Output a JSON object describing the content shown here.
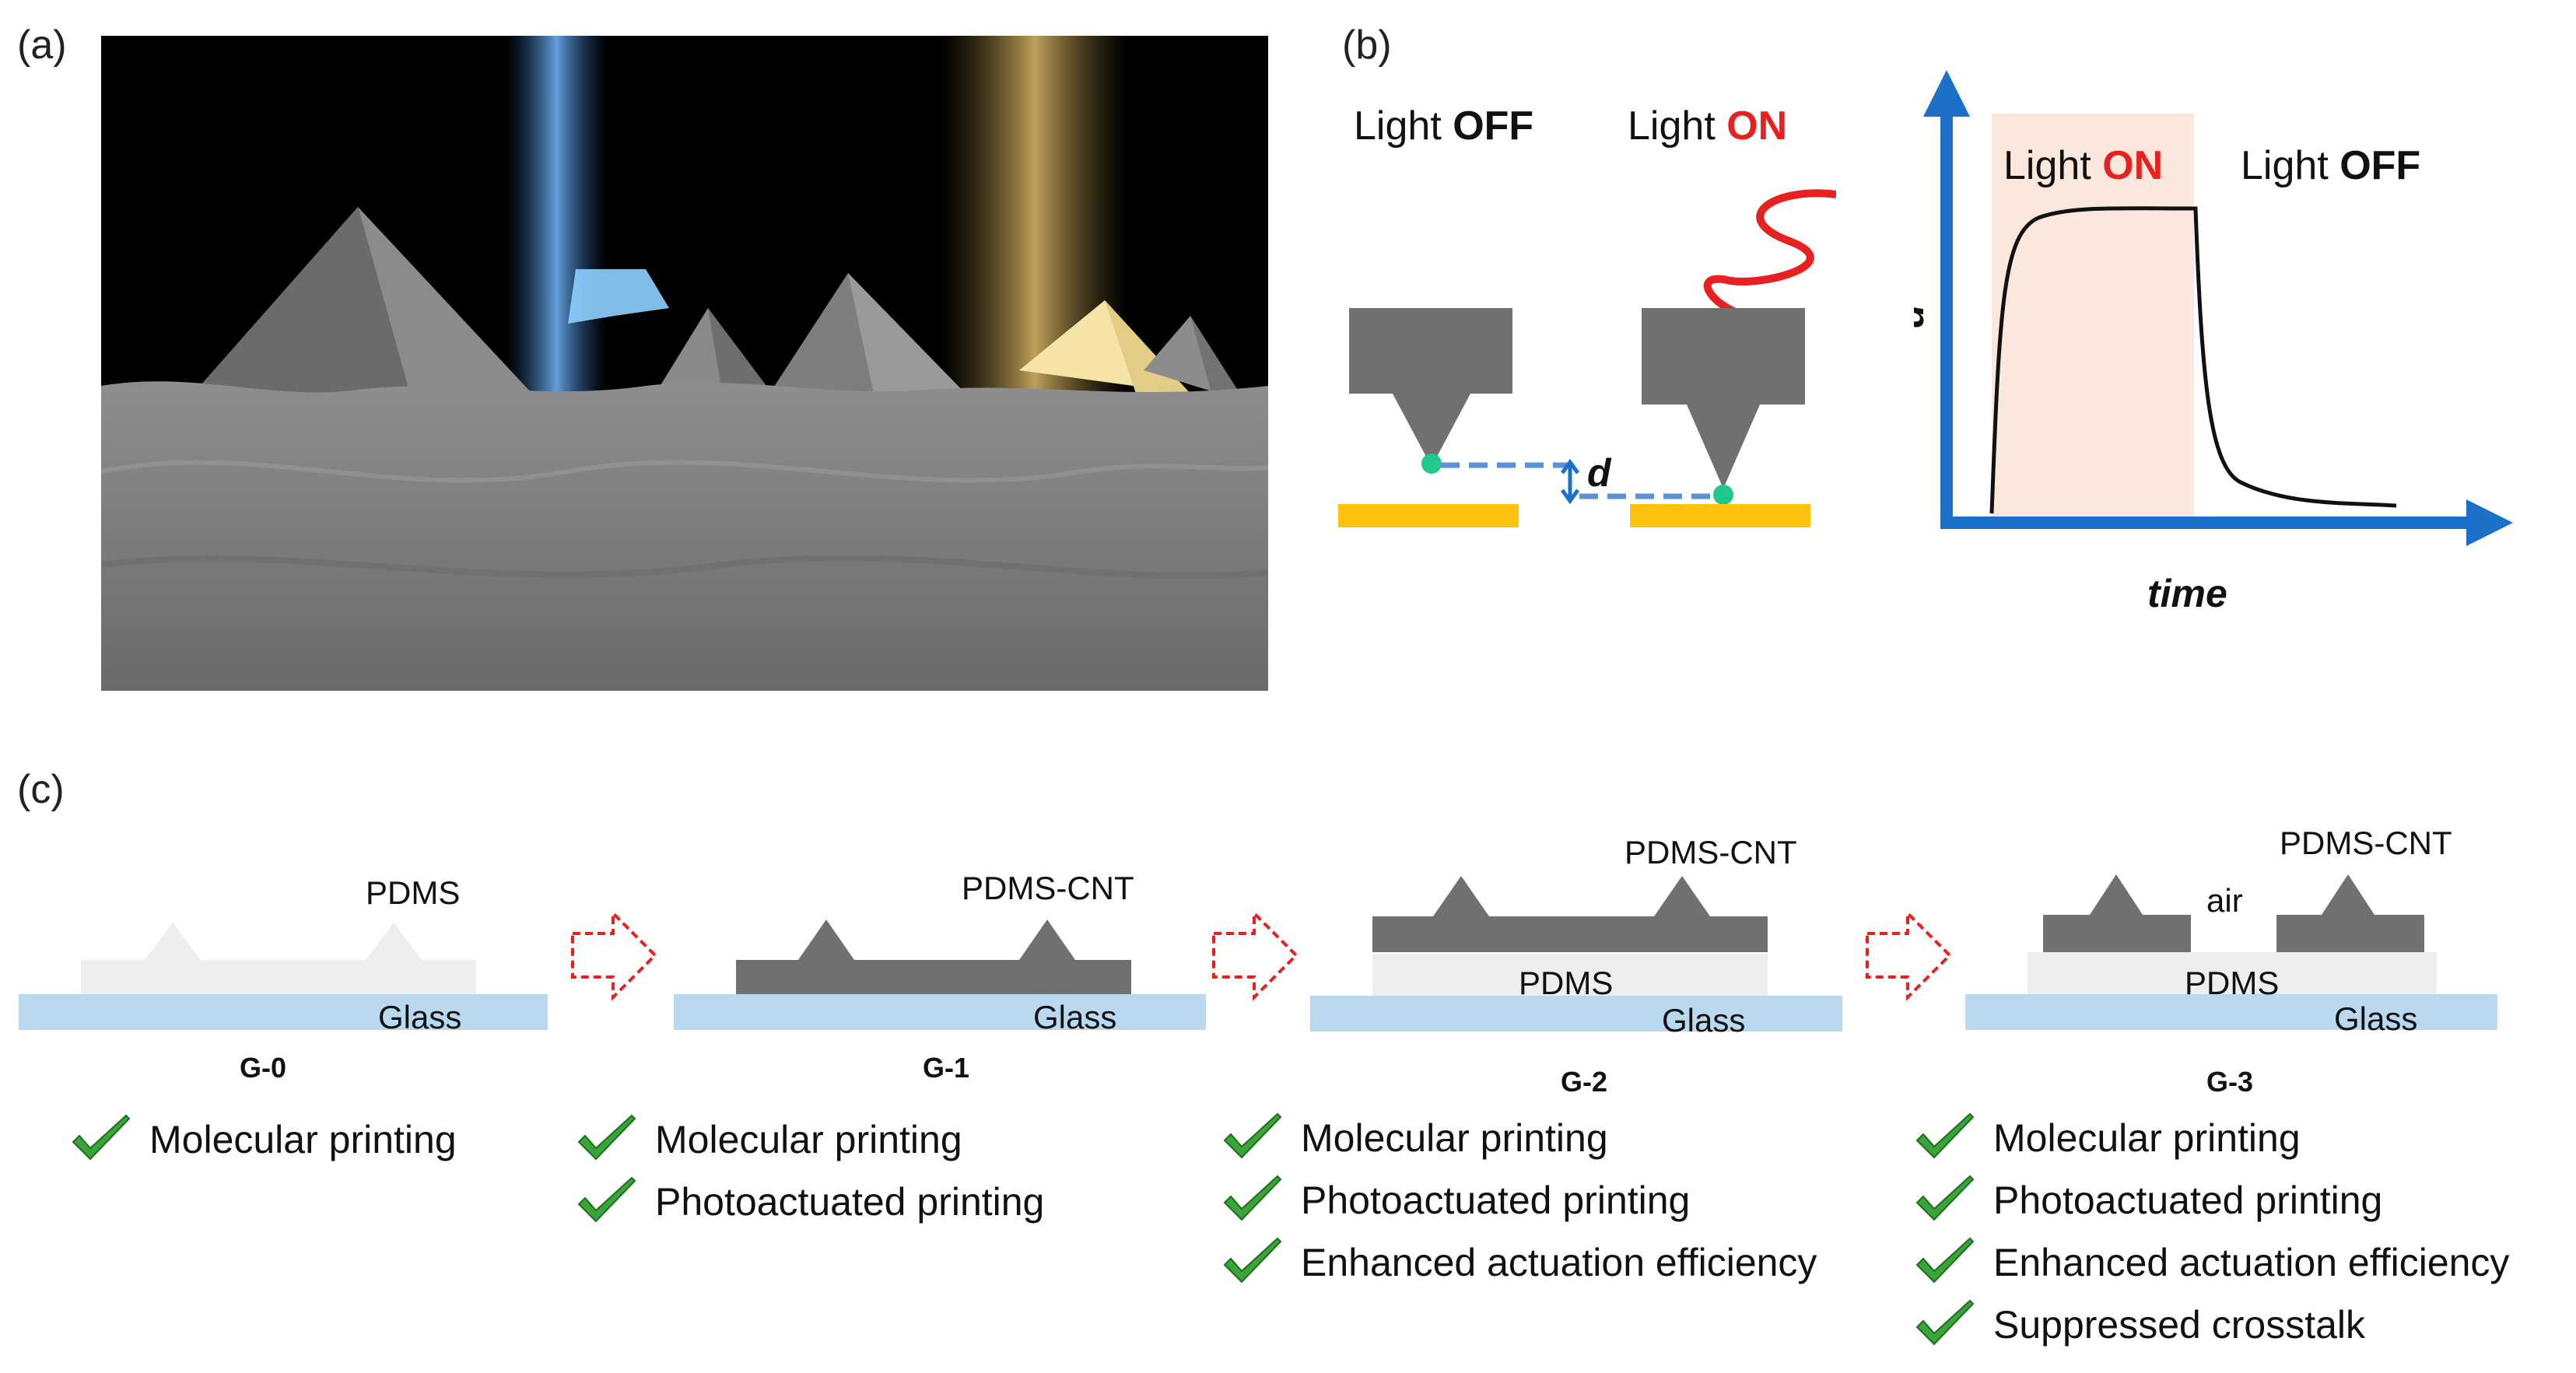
{
  "panels": {
    "a": {
      "label": "(a)"
    },
    "b": {
      "label": "(b)",
      "light_word": "Light",
      "off_word": "OFF",
      "on_word": "ON",
      "distance_symbol": "d",
      "plot": {
        "ylabel": "d",
        "xlabel": "time",
        "on_region": "ON",
        "off_region": "OFF"
      }
    },
    "c": {
      "label": "(c)",
      "stages": [
        {
          "name": "G-0",
          "top_label": "PDMS",
          "substrate_label": "Glass",
          "features": [
            "Molecular printing"
          ]
        },
        {
          "name": "G-1",
          "top_label": "PDMS-CNT",
          "substrate_label": "Glass",
          "features": [
            "Molecular printing",
            "Photoactuated printing"
          ]
        },
        {
          "name": "G-2",
          "top_label": "PDMS-CNT",
          "middle_label": "PDMS",
          "substrate_label": "Glass",
          "features": [
            "Molecular printing",
            "Photoactuated printing",
            "Enhanced actuation efficiency"
          ]
        },
        {
          "name": "G-3",
          "top_label": "PDMS-CNT",
          "gap_label": "air",
          "middle_label": "PDMS",
          "substrate_label": "Glass",
          "features": [
            "Molecular printing",
            "Photoactuated printing",
            "Enhanced actuation efficiency",
            "Suppressed crosstalk"
          ]
        }
      ]
    }
  },
  "colors": {
    "tip_gray": "#707070",
    "glass": "#b8d9f0",
    "pdms_light": "#eeeeee",
    "substrate_gold": "#ffc20e",
    "accent_red": "#e8201f",
    "axis_blue": "#1c70c8",
    "check_green": "#3aa43a",
    "on_region": "#fbe8dc"
  }
}
